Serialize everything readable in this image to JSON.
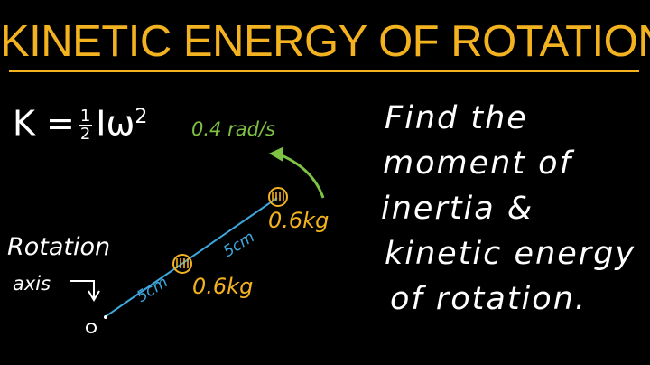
{
  "title": "KINETIC ENERGY OF ROTATION",
  "formula": {
    "lhs": "K =",
    "numerator": "1",
    "denominator": "2",
    "rhs": "Iω",
    "exponent": "2"
  },
  "angular_speed": "0.4 rad/s",
  "question_lines": [
    "Find the",
    "moment of",
    "inertia &",
    "kinetic energy",
    "of rotation."
  ],
  "axis_label": [
    "Rotation",
    "axis"
  ],
  "masses": [
    "0.6kg",
    "0.6kg"
  ],
  "distances": [
    "5cm",
    "5cm"
  ],
  "colors": {
    "title": "#f3b21f",
    "mass": "#f3b21f",
    "rod": "#3ea7dd",
    "arrow": "#7dc242",
    "text": "#ffffff",
    "background": "#000000"
  }
}
